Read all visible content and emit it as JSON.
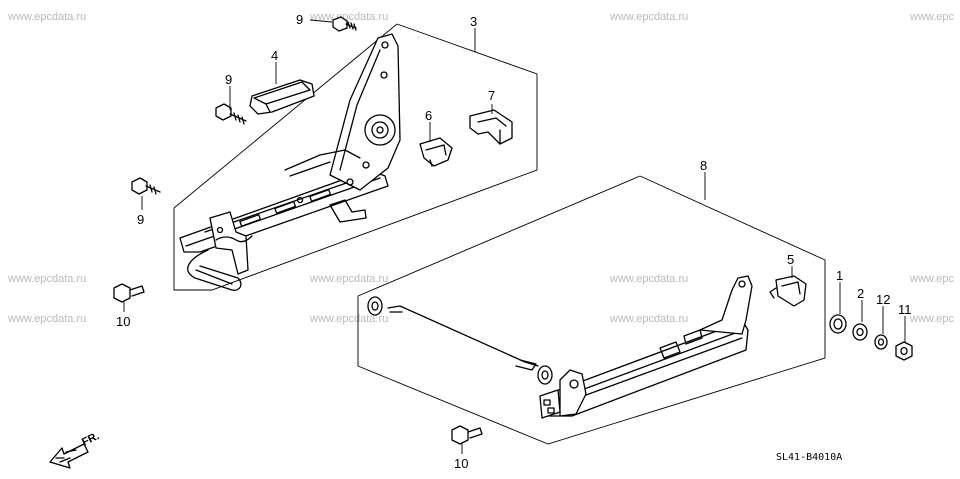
{
  "watermark": "www.epcdata.ru",
  "watermark_partial": "www.epc",
  "drawing_code": "SL41-B4010A",
  "direction_label": "FR.",
  "callouts": {
    "c9a": "9",
    "c9b": "9",
    "c9c": "9",
    "c4": "4",
    "c3": "3",
    "c6": "6",
    "c7": "7",
    "c8": "8",
    "c5": "5",
    "c10a": "10",
    "c10b": "10",
    "c1": "1",
    "c2": "2",
    "c12": "12",
    "c11": "11"
  }
}
